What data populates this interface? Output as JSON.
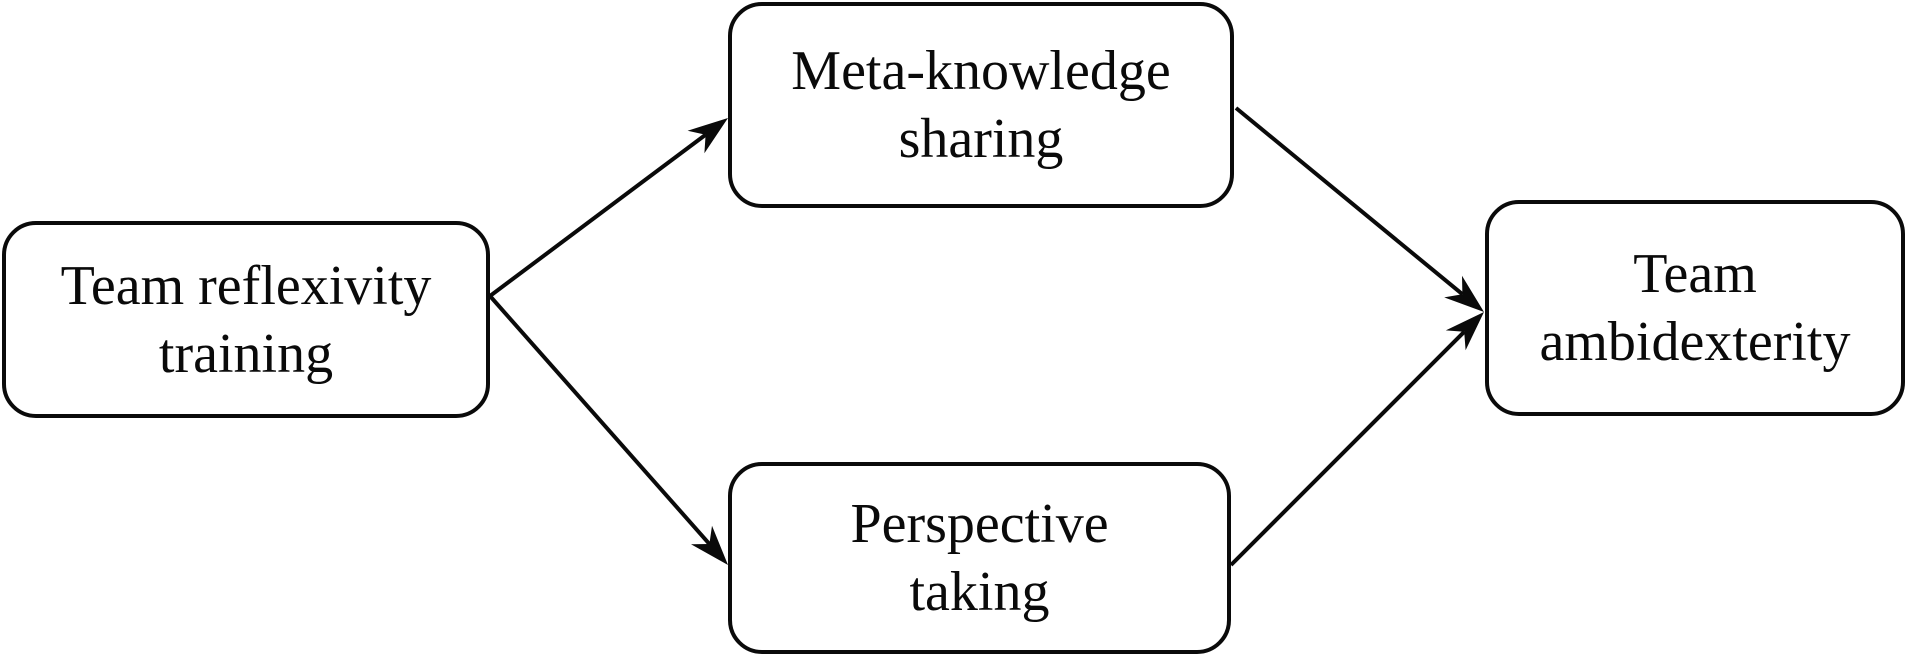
{
  "diagram": {
    "type": "flowchart",
    "colors": {
      "stroke": "#0a0a0a",
      "fill": "#ffffff",
      "text": "#0a0a0a"
    },
    "nodes": [
      {
        "id": "n-left",
        "lines": [
          "Team reflexivity",
          "training"
        ]
      },
      {
        "id": "n-top",
        "lines": [
          "Meta-knowledge",
          "sharing"
        ]
      },
      {
        "id": "n-bottom",
        "lines": [
          "Perspective",
          "taking"
        ]
      },
      {
        "id": "n-right",
        "lines": [
          "Team",
          "ambidexterity"
        ]
      }
    ],
    "edges": [
      {
        "from": "Team reflexivity training",
        "to": "Meta-knowledge sharing"
      },
      {
        "from": "Team reflexivity training",
        "to": "Perspective taking"
      },
      {
        "from": "Meta-knowledge sharing",
        "to": "Team ambidexterity"
      },
      {
        "from": "Perspective taking",
        "to": "Team ambidexterity"
      }
    ]
  }
}
